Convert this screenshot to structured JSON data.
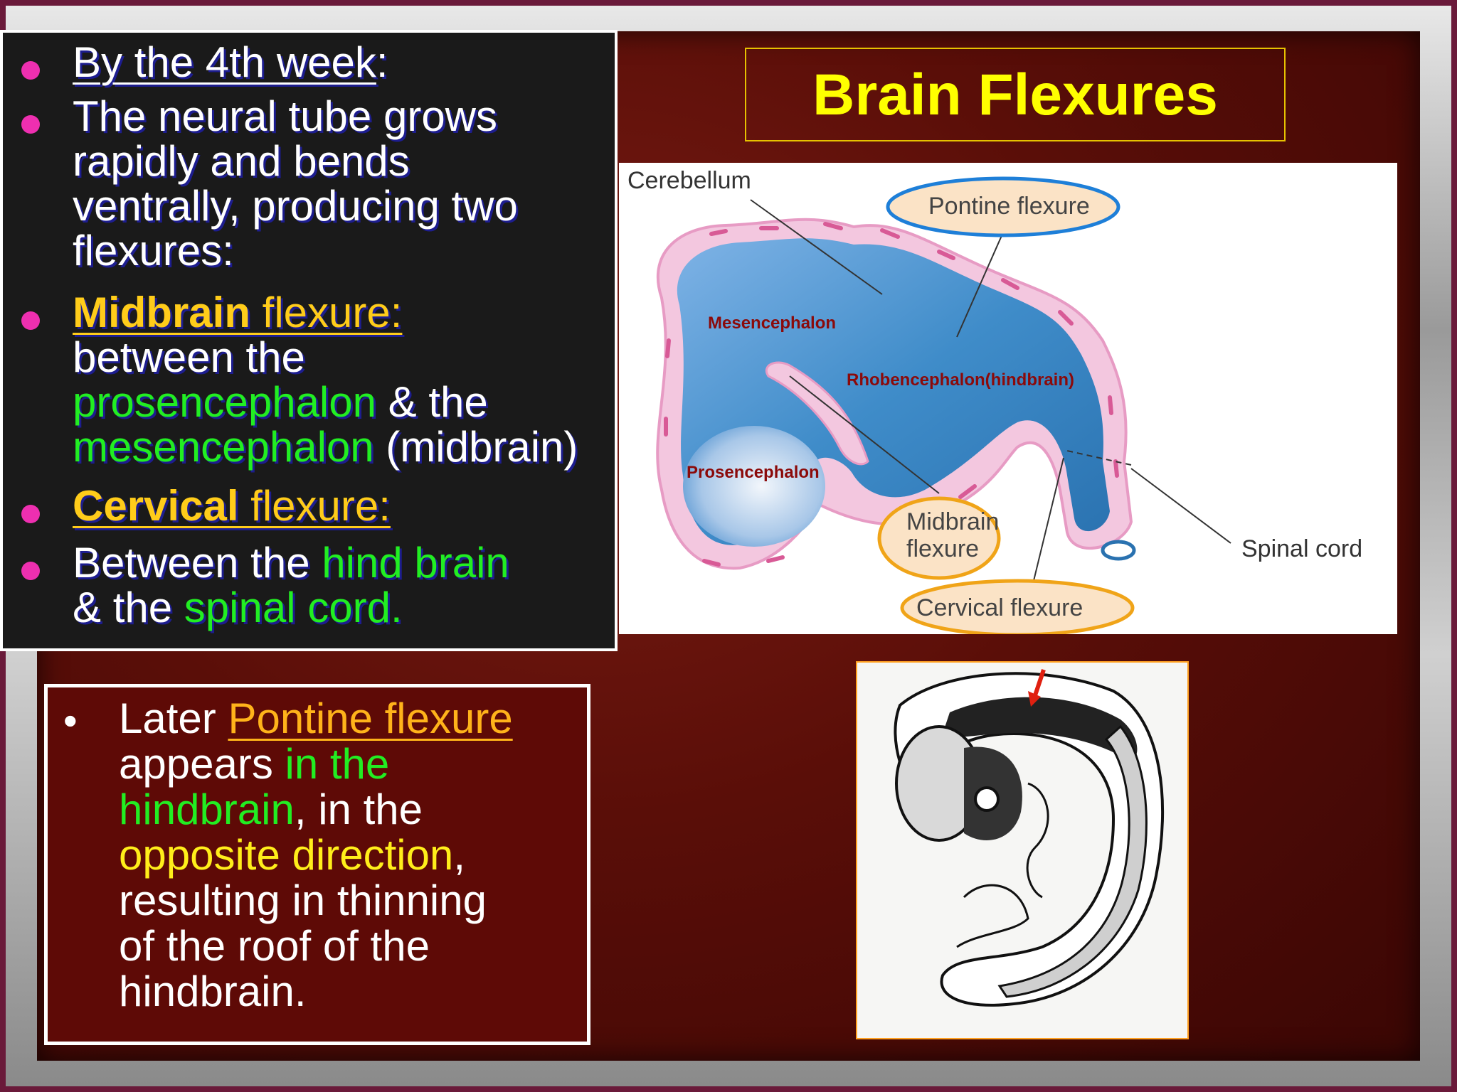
{
  "slide": {
    "title": "Brain Flexures",
    "intro": {
      "b1": "By the 4th week",
      "b1_colon": ":",
      "b2_lines": [
        "The neural tube grows",
        "rapidly and bends",
        "ventrally, producing two",
        "flexures:"
      ],
      "b3_head_bold": "Midbrain",
      "b3_head_rest": " flexure:",
      "b3_l2": "between the",
      "b3_l3_green": "prosencephalon",
      "b3_l3_rest": " & the",
      "b3_l4_green": "mesencephalon",
      "b3_l4_rest": " (midbrain)",
      "b4_head_bold": "Cervical",
      "b4_head_rest": " flexure:",
      "b5_l1_white": "Between the ",
      "b5_l1_green": "hind brain",
      "b5_l2_white": "& the ",
      "b5_l2_green": "spinal cord."
    },
    "later": {
      "bullet": "•",
      "l1_white": "Later ",
      "l1_orange": "Pontine flexure",
      "l2_white": "appears ",
      "l2_green": "in the",
      "l3_green": "hindbrain",
      "l3_white": ", in the",
      "l4_yellow": "opposite direction",
      "l4_white": ",",
      "l5": "resulting in thinning",
      "l6": "of the roof of the",
      "l7": "hindbrain."
    },
    "diagram_labels": {
      "cerebellum": "Cerebellum",
      "pontine": "Pontine flexure",
      "mesencephalon": "Mesencephalon",
      "rhombencephalon": "Rhobencephalon(hindbrain)",
      "prosencephalon": "Prosencephalon",
      "midbrain_1": "Midbrain",
      "midbrain_2": "flexure",
      "spinal": "Spinal cord",
      "cervical": "Cervical flexure"
    }
  },
  "colors": {
    "bullet_dot": "#ee2fb0",
    "highlight_yellow": "#ffcc1a",
    "highlight_green": "#22ee22",
    "title_yellow": "#ffff00",
    "slide_background": "#5a0e08"
  }
}
